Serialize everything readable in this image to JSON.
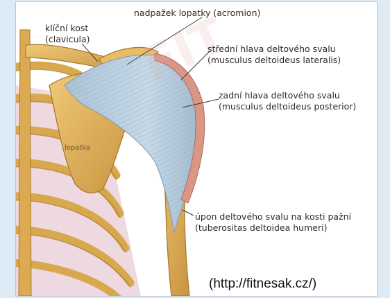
{
  "labels": {
    "clavicle": {
      "line1": "klíční kost",
      "line2": "(clavicula)"
    },
    "acromion": {
      "line1": "nadpažek lopatky (acromion)"
    },
    "deltoid_lateral": {
      "line1": "střední hlava deltového svalu",
      "line2": "(musculus deltoideus lateralis)"
    },
    "deltoid_posterior": {
      "line1": "zadní hlava deltového svalu",
      "line2": "(musculus deltoideus posterior)"
    },
    "tuberosity": {
      "line1": "úpon deltového svalu na kosti pažní",
      "line2": "(tuberositas deltoidea humeri)"
    },
    "scapula": "lopatka"
  },
  "source": "(http://fitnesak.cz/)",
  "colors": {
    "bone": "#e2b45a",
    "bone_dark": "#b7842f",
    "muscle_blue": "#b9cfe0",
    "muscle_pink": "#dc9a8a",
    "leader": "#3a3a3a"
  }
}
